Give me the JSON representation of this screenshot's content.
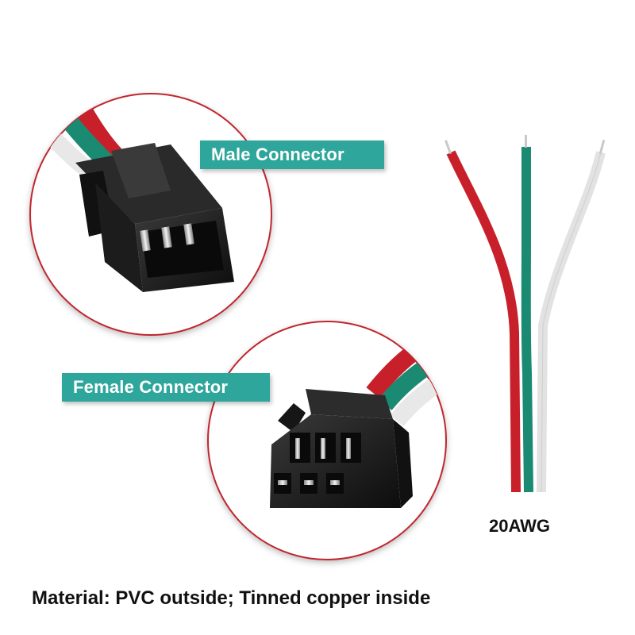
{
  "labels": {
    "male": "Male Connector",
    "female": "Female Connector",
    "gauge": "20AWG",
    "material": "Material: PVC outside; Tinned copper inside"
  },
  "colors": {
    "tag_bg": "#2ea69b",
    "circle_border": "#c0272d",
    "wire_red": "#c8202a",
    "wire_green": "#1a8a72",
    "wire_white": "#e4e4e4",
    "connector": "#1a1a1a"
  }
}
